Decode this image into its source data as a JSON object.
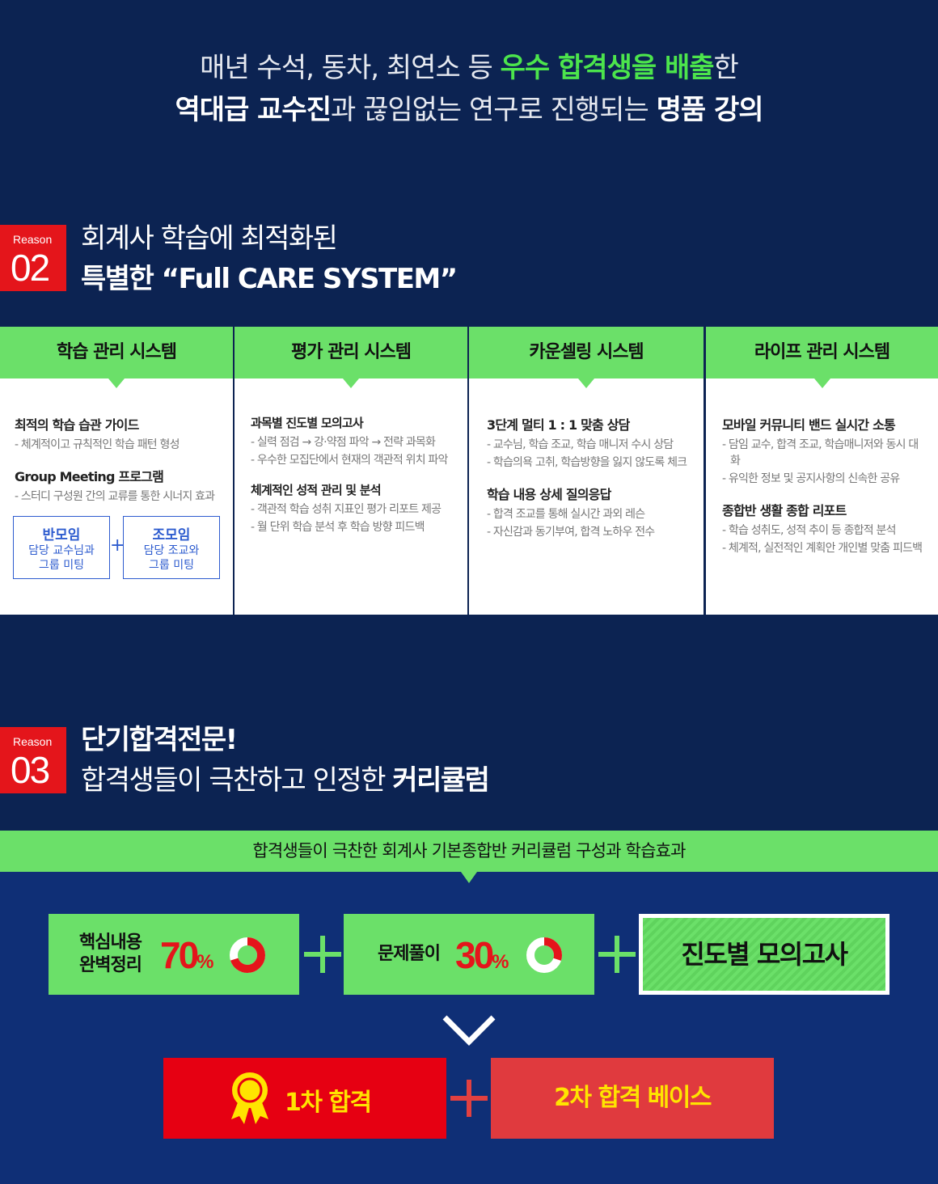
{
  "intro": {
    "line1_pre": "매년 수석, 동차, 최연소 등 ",
    "line1_hl": "우수 합격생을 배출",
    "line1_post": "한",
    "line2_b1": "역대급 교수진",
    "line2_mid": "과 끊임없는 연구로 진행되는 ",
    "line2_b2": "명품 강의"
  },
  "reason2": {
    "badge_label": "Reason",
    "badge_num": "02",
    "title_line1": "회계사 학습에 최적화된",
    "title_line2": "특별한 “Full CARE SYSTEM”"
  },
  "systems": [
    {
      "title": "학습 관리 시스템",
      "items": [
        {
          "heading": "최적의 학습 습관 가이드",
          "lines": [
            "- 체계적이고 규칙적인 학습 패턴 형성"
          ]
        },
        {
          "heading": "Group Meeting 프로그램",
          "lines": [
            "- 스터디 구성원 간의 교류를 통한 시너지 효과"
          ]
        }
      ],
      "boxes": [
        {
          "title": "반모임",
          "desc1": "담당 교수님과",
          "desc2": "그룹 미팅"
        },
        {
          "title": "조모임",
          "desc1": "담당 조교와",
          "desc2": "그룹 미팅"
        }
      ],
      "plus": "+"
    },
    {
      "title": "평가 관리 시스템",
      "items": [
        {
          "heading": "과목별 진도별 모의고사",
          "lines": [
            "- 실력 점검 → 강·약점 파악 → 전략 과목화",
            "- 우수한 모집단에서 현재의 객관적 위치 파악"
          ]
        },
        {
          "heading": "체계적인 성적 관리 및 분석",
          "lines": [
            "- 객관적 학습 성취 지표인 평가 리포트 제공",
            "- 월 단위 학습 분석 후 학습 방향 피드백"
          ]
        }
      ]
    },
    {
      "title": "카운셀링 시스템",
      "items": [
        {
          "heading": "3단계 멀티 1 : 1 맞춤 상담",
          "lines": [
            "- 교수님, 학습 조교, 학습 매니저 수시 상담",
            "- 학습의욕 고취, 학습방향을 잃지 않도록 체크"
          ]
        },
        {
          "heading": "학습 내용 상세 질의응답",
          "lines": [
            "- 합격 조교를 통해 실시간 과외 레슨",
            "- 자신감과 동기부여, 합격 노하우 전수"
          ]
        }
      ]
    },
    {
      "title": "라이프 관리 시스템",
      "items": [
        {
          "heading": "모바일 커뮤니티 밴드 실시간 소통",
          "lines": [
            "- 담임 교수, 합격 조교, 학습매니저와 동시 대화",
            "- 유익한 정보 및 공지사항의 신속한 공유"
          ]
        },
        {
          "heading": "종합반 생활 종합 리포트",
          "lines": [
            "- 학습 성취도, 성적 추이 등 종합적 분석",
            "- 체계적, 실전적인 계획안 개인별 맞춤 피드백"
          ]
        }
      ]
    }
  ],
  "reason3": {
    "badge_label": "Reason",
    "badge_num": "03",
    "title_line1": "단기합격전문!",
    "title_line2_pre": "합격생들이 극찬하고 인정한 ",
    "title_line2_b": "커리큘럼"
  },
  "curriculum": {
    "bar_text": "합격생들이 극찬한 회계사 기본종합반 커리큘럼 구성과 학습효과",
    "box1": {
      "label1": "핵심내용",
      "label2": "완벽정리",
      "pct": "70",
      "unit": "%",
      "value": 0.7
    },
    "box2": {
      "label": "문제풀이",
      "pct": "30",
      "unit": "%",
      "value": 0.3
    },
    "box3": {
      "label": "진도별 모의고사"
    },
    "result1": "1차 합격",
    "result2": "2차 합격 베이스"
  },
  "colors": {
    "navy": "#0c2352",
    "blue": "#0f2f76",
    "green": "#6be069",
    "red": "#e4151b",
    "yellow": "#ffe400"
  }
}
